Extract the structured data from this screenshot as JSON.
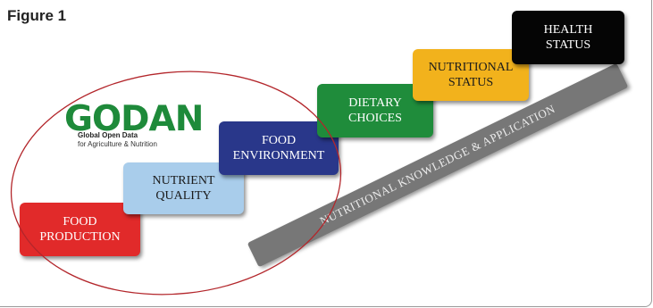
{
  "figure_label": "Figure 1",
  "logo": {
    "wordmark": "GODAN",
    "line1": "Global Open Data",
    "line2": "for Agriculture & Nutrition"
  },
  "steps": [
    {
      "label": "FOOD\nPRODUCTION",
      "color": "#e12a2a"
    },
    {
      "label": "NUTRIENT\nQUALITY",
      "color": "#a9cdeb"
    },
    {
      "label": "FOOD\nENVIRONMENT",
      "color": "#29378a"
    },
    {
      "label": "DIETARY\nCHOICES",
      "color": "#1f8c3b"
    },
    {
      "label": "NUTRITIONAL\nSTATUS",
      "color": "#f2b21c"
    },
    {
      "label": "HEALTH\nSTATUS",
      "color": "#050505"
    }
  ],
  "diagonal_bar": {
    "label": "NUTRITIONAL KNOWLEDGE & APPLICATION",
    "color": "#777777"
  },
  "ellipse": {
    "stroke_color": "#b3262b"
  }
}
